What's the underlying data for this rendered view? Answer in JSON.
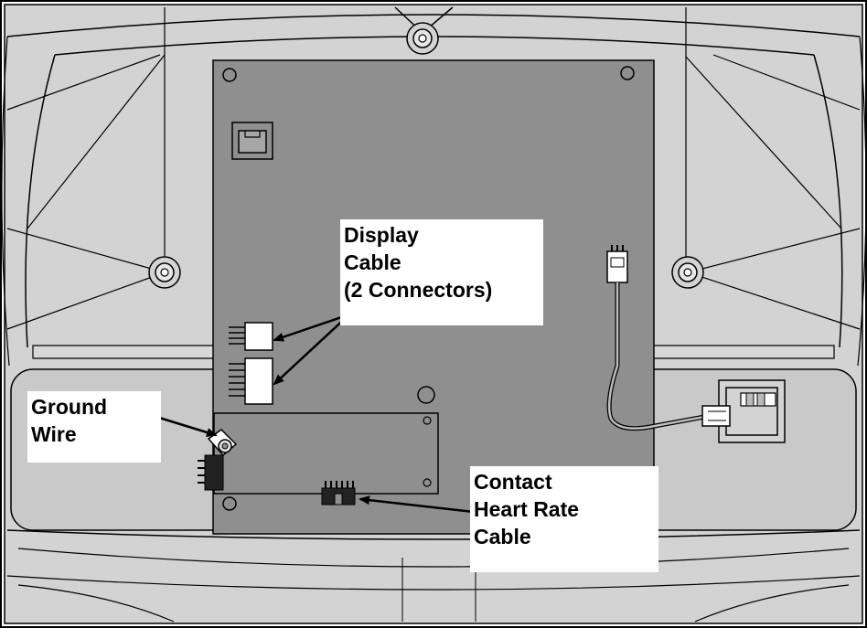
{
  "callouts": {
    "display_cable": "Display\nCable\n(2 Connectors)",
    "ground_wire": "Ground\nWire",
    "contact_heart_rate_cable": "Contact\nHeart Rate\nCable"
  },
  "colors": {
    "housing": "#d3d3d3",
    "housing_inner": "#c6c6c6",
    "board": "#8f8f8f",
    "line": "#000000",
    "callout_bg": "#ffffff"
  }
}
